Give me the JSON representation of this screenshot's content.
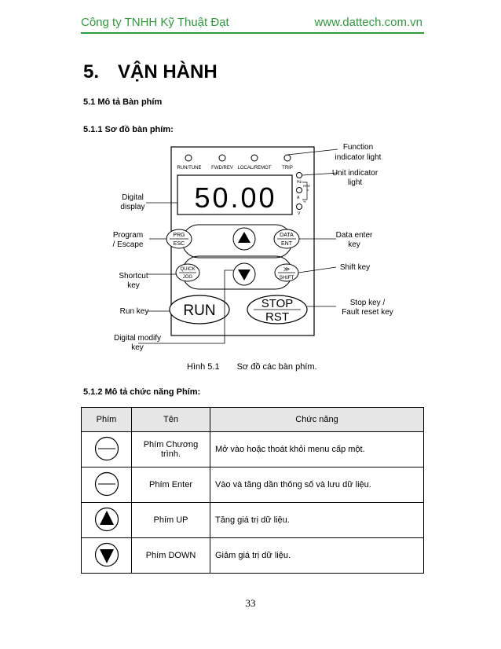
{
  "header": {
    "company": "Công ty TNHH Kỹ Thuật Đạt",
    "website": "www.dattech.com.vn"
  },
  "section": {
    "number": "5.",
    "title": "VẬN HÀNH"
  },
  "subsection": "5.1 Mô tả Bàn phím",
  "subsubsection_1": "5.1.1 Sơ đồ bàn phím:",
  "subsubsection_2": "5.1.2 Mô tả chức năng Phím:",
  "diagram": {
    "display_value": "50.00",
    "indicators": [
      "RUN/TUNE",
      "FWD/REV",
      "LOCAL/REMOT",
      "TRIP"
    ],
    "unit_labels": [
      "Hz",
      "RPM",
      "A",
      "%",
      "V"
    ],
    "keys": {
      "prg": "PRG",
      "esc": "ESC",
      "data": "DATA",
      "ent": "ENT",
      "quick": "QUICK",
      "jog": "JOG",
      "shift": "SHIFT",
      "run": "RUN",
      "stop": "STOP",
      "rst": "RST"
    },
    "callouts": {
      "function_indicator_1": "Function",
      "function_indicator_2": "indicator light",
      "unit_indicator_1": "Unit indicator",
      "unit_indicator_2": "light",
      "digital_display_1": "Digital",
      "digital_display_2": "display",
      "program_1": "Program",
      "program_2": "/ Escape",
      "data_enter_1": "Data enter",
      "data_enter_2": "key",
      "shift_key": "Shift key",
      "shortcut_1": "Shortcut",
      "shortcut_2": "key",
      "run_key": "Run key",
      "stop_1": "Stop key /",
      "stop_2": "Fault reset key",
      "digital_modify_1": "Digital modify",
      "digital_modify_2": "key"
    }
  },
  "caption": {
    "label": "Hình 5.1",
    "text": "Sơ đồ các bàn phím."
  },
  "table": {
    "headers": [
      "Phím",
      "Tên",
      "Chức năng"
    ],
    "rows": [
      {
        "symbol": "circle-line",
        "name": "Phím Chương trình.",
        "function": "Mở vào hoặc thoát khỏi menu cấp một."
      },
      {
        "symbol": "circle-line",
        "name": "Phím Enter",
        "function": "Vào và tăng dần thông số và lưu dữ liệu."
      },
      {
        "symbol": "up-arrow",
        "name": "Phím UP",
        "function": "Tăng giá trị dữ liệu."
      },
      {
        "symbol": "down-arrow",
        "name": "Phím DOWN",
        "function": "Giảm giá trị dữ liệu."
      }
    ]
  },
  "page_number": "33"
}
